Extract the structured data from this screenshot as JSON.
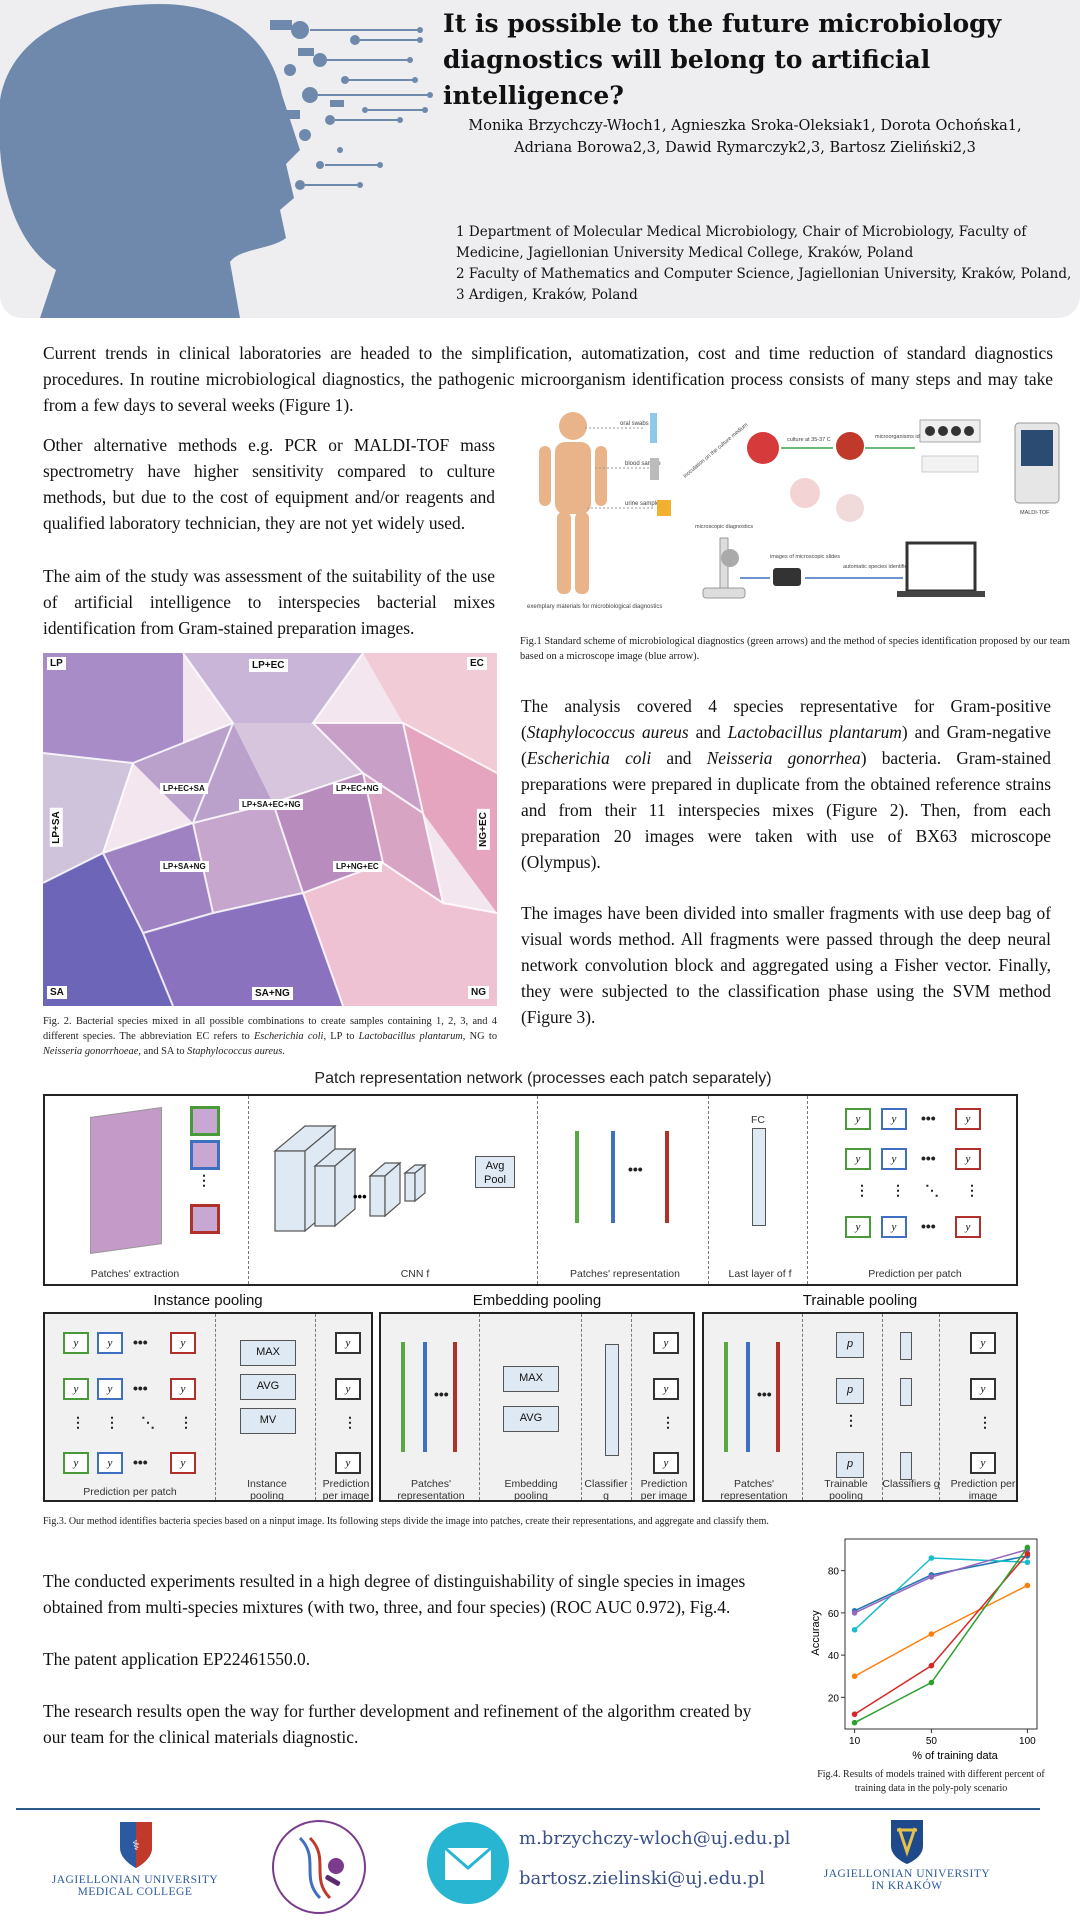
{
  "header": {
    "title": "It is possible to the future microbiology diagnostics will belong to artificial intelligence?",
    "authors_line1": "Monika Brzychczy-Włoch1, Agnieszka Sroka-Oleksiak1, Dorota Ochońska1,",
    "authors_line2": "Adriana Borowa2,3, Dawid Rymarczyk2,3, Bartosz Zieliński2,3",
    "affiliation1": "1 Department of Molecular Medical Microbiology, Chair of Microbiology, Faculty of Medicine, Jagiellonian University Medical College, Kraków, Poland",
    "affiliation2": "2 Faculty of Mathematics and Computer Science, Jagiellonian University, Kraków, Poland,",
    "affiliation3": "3 Ardigen, Kraków, Poland"
  },
  "intro": {
    "p1": "Current trends in clinical laboratories are headed to the simplification, automatization, cost and time reduction of standard diagnostics procedures. In routine microbiological diagnostics, the pathogenic microorganism identification process consists of many steps and may take from a few days to several weeks (Figure 1).",
    "p2": " Other alternative methods e.g. PCR or MALDI-TOF mass spectrometry have higher sensitivity compared to culture methods, but due to the cost of equipment and/or reagents and qualified laboratory technician, they are not yet widely used.",
    "p3": "The aim of the study was assessment of the suitability of the use of artificial intelligence to interspecies bacterial mixes identification from Gram-stained preparation images."
  },
  "fig1": {
    "labels": {
      "oral": "oral swabs",
      "blood": "blood sample",
      "urine": "urine sample",
      "inoculation": "inoculation on the culture medium",
      "culture": "culture at 35-37 C",
      "micro_id": "microorganisms identification",
      "maldi": "MALDI-TOF",
      "micro_diag": "microscopic diagnostics",
      "images": "images of microscopic slides",
      "auto": "automatic species identification",
      "exemplary": "exemplary materials for microbiological diagnostics"
    },
    "caption": "Fig.1 Standard scheme of microbiological diagnostics (green arrows) and the method of species identification proposed by our team based on a microscope image (blue arrow)."
  },
  "fig2": {
    "tiles": [
      "LP",
      "LP+EC",
      "EC",
      "LP+EC+SA",
      "LP+SA+EC+NG",
      "LP+EC+NG",
      "LP+SA",
      "NG+EC",
      "LP+SA+NG",
      "LP+NG+EC",
      "SA",
      "SA+NG",
      "NG"
    ],
    "caption_a": "Fig. 2. Bacterial species mixed in all possible combinations to create samples containing 1, 2, 3, and 4 different species. The abbreviation EC refers to ",
    "caption_ec": "Escherichia coli",
    "caption_b": ", LP to ",
    "caption_lp": "Lactobacillus plantarum",
    "caption_c": ", NG to ",
    "caption_ng": "Neisseria gonorrhoeae,",
    "caption_d": " and SA to ",
    "caption_sa": "Staphylococcus aureus",
    "caption_e": "."
  },
  "analysis": {
    "a1": "The analysis covered 4 species representative for Gram-positive (",
    "sa": "Staphylococcus aureus",
    "a2": " and ",
    "lp": "Lactobacillus plantarum",
    "a3": ") and Gram-negative (",
    "ec": "Escherichia coli",
    "a4": " and ",
    "ng": "Neisseria gonorrhea",
    "a5": ") bacteria. Gram-stained preparations were prepared in duplicate from the obtained reference strains and from their 11 interspecies mixes (Figure 2). Then, from each preparation 20 images were taken with use of BX63 microscope (Olympus).",
    "p2": "The images have been divided into smaller fragments with use deep bag of visual words method. All fragments were passed through the deep neural network convolution block and aggregated using a Fisher vector. Finally, they were subjected to the classification phase using the SVM method (Figure 3)."
  },
  "fig3": {
    "title": "Patch representation network (processes each patch separately)",
    "top_labels": {
      "extraction": "Patches' extraction",
      "cnn": "CNN f",
      "representation": "Patches' representation",
      "last_layer": "Last layer of f",
      "prediction": "Prediction per patch",
      "avgpool": "Avg Pool",
      "fc": "FC"
    },
    "sections": [
      "Instance pooling",
      "Embedding pooling",
      "Trainable pooling"
    ],
    "instance": {
      "ops": [
        "MAX",
        "AVG",
        "MV"
      ],
      "labels": [
        "Prediction per patch",
        "Instance pooling",
        "Prediction per image"
      ]
    },
    "embedding": {
      "ops": [
        "MAX",
        "AVG"
      ],
      "labels": [
        "Patches' representation",
        "Embedding pooling",
        "Classifier g",
        "Prediction per image"
      ]
    },
    "trainable": {
      "labels": [
        "Patches' representation",
        "Trainable pooling",
        "Classifiers g",
        "Prediction per image"
      ]
    },
    "caption": "Fig.3. Our method identifies bacteria species based on a ninput image. Its following steps divide the image into patches, create their representations, and aggregate and classify them."
  },
  "results": {
    "p1": "The conducted experiments resulted in a high degree of distinguishability of single species in images obtained from multi-species mixtures (with two, three, and four species) (ROC AUC 0.972), Fig.4.",
    "p2": "The patent application EP22461550.0.",
    "p3": "The research results open the way for further development and refinement of the algorithm created by our team for the clinical materials diagnostic."
  },
  "chart_data": {
    "type": "line",
    "xlabel": "% of training data",
    "ylabel": "Accuracy",
    "x": [
      10,
      50,
      100
    ],
    "xticks": [
      10,
      50,
      100
    ],
    "yticks": [
      20,
      40,
      60,
      80
    ],
    "ylim": [
      5,
      95
    ],
    "series": [
      {
        "color": "#1f77b4",
        "values": [
          61,
          78,
          87
        ]
      },
      {
        "color": "#17becf",
        "values": [
          52,
          86,
          84
        ]
      },
      {
        "color": "#9467bd",
        "values": [
          60,
          77,
          90
        ]
      },
      {
        "color": "#ff7f0e",
        "values": [
          30,
          50,
          73
        ]
      },
      {
        "color": "#d62728",
        "values": [
          12,
          35,
          88
        ]
      },
      {
        "color": "#2ca02c",
        "values": [
          8,
          27,
          91
        ]
      }
    ],
    "caption": "Fig.4. Results of models trained with different percent of training data in the poly-poly scenario"
  },
  "footer": {
    "left_logo_line1": "JAGIELLONIAN UNIVERSITY",
    "left_logo_line2": "MEDICAL COLLEGE",
    "email1": "m.brzychczy-wloch@uj.edu.pl",
    "email2": "bartosz.zielinski@uj.edu.pl",
    "right_logo_line1": "JAGIELLONIAN UNIVERSITY",
    "right_logo_line2": "IN KRAKÓW"
  }
}
